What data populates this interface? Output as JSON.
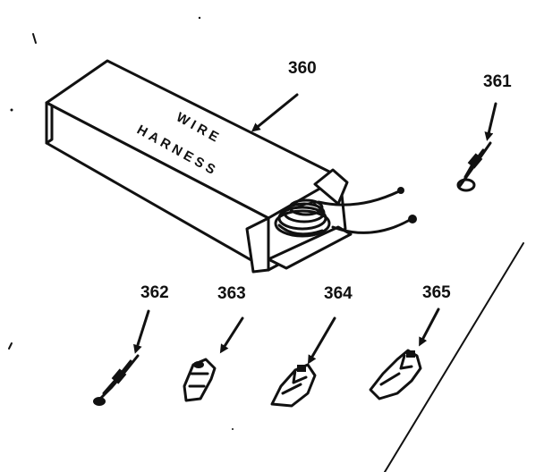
{
  "diagram": {
    "box_label_line1": "WIRE",
    "box_label_line2": "HARNESS",
    "parts": [
      {
        "id": "360",
        "label": "360"
      },
      {
        "id": "361",
        "label": "361"
      },
      {
        "id": "362",
        "label": "362"
      },
      {
        "id": "363",
        "label": "363"
      },
      {
        "id": "364",
        "label": "364"
      },
      {
        "id": "365",
        "label": "365"
      }
    ],
    "ink_color": "#111111",
    "background": "#ffffff"
  }
}
